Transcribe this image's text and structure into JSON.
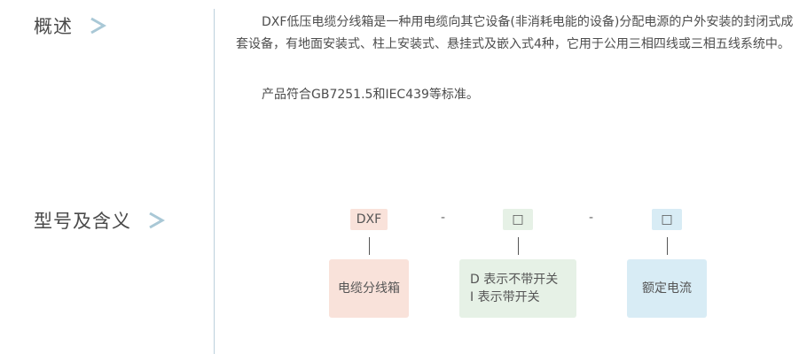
{
  "overview": {
    "title": "概述",
    "paragraph1": "DXF低压电缆分线箱是一种用电缆向其它设备(非消耗电能的设备)分配电源的户外安装的封闭式成套设备，有地面安装式、柱上安装式、悬挂式及嵌入式4种，它用于公用三相四线或三相五线系统中。",
    "paragraph2": "产品符合GB7251.5和IEC439等标准。"
  },
  "model": {
    "title": "型号及含义",
    "code": "DXF",
    "dash": "-",
    "placeholder": "□",
    "desc_name": "电缆分线箱",
    "desc_type_line1": "D 表示不带开关",
    "desc_type_line2": "I 表示带开关",
    "desc_current": "额定电流"
  },
  "colors": {
    "pink": "#f9e2da",
    "green": "#e6f1e6",
    "blue": "#d8ecf5",
    "chevron": "#a9c8d6"
  }
}
